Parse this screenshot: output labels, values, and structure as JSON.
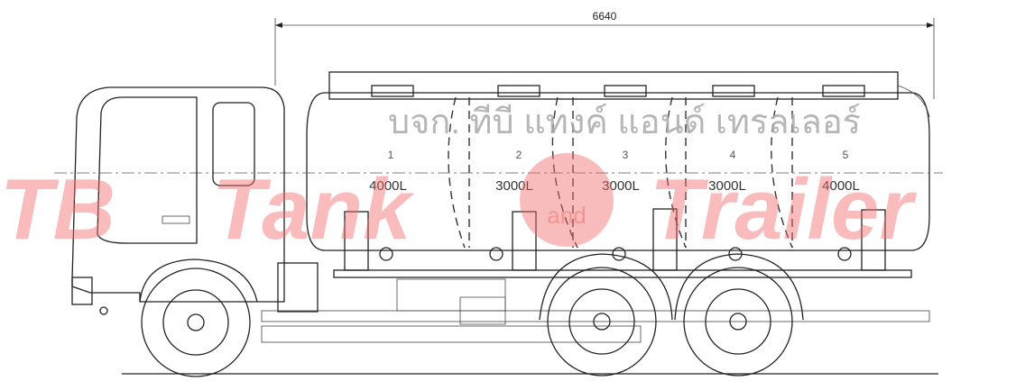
{
  "dimension": {
    "overall_length": "6640"
  },
  "compartments": [
    {
      "number": "1",
      "capacity": "4000L"
    },
    {
      "number": "2",
      "capacity": "3000L"
    },
    {
      "number": "3",
      "capacity": "3000L"
    },
    {
      "number": "4",
      "capacity": "3000L"
    },
    {
      "number": "5",
      "capacity": "4000L"
    }
  ],
  "watermark": {
    "brand_left": "TB",
    "brand_mid": "Tank",
    "brand_and": "and",
    "brand_right": "Trailer",
    "company_thai": "บจก. ทีบี แทงค์ แอนด์ เทรลเลอร์",
    "color": "#f26b6b"
  }
}
